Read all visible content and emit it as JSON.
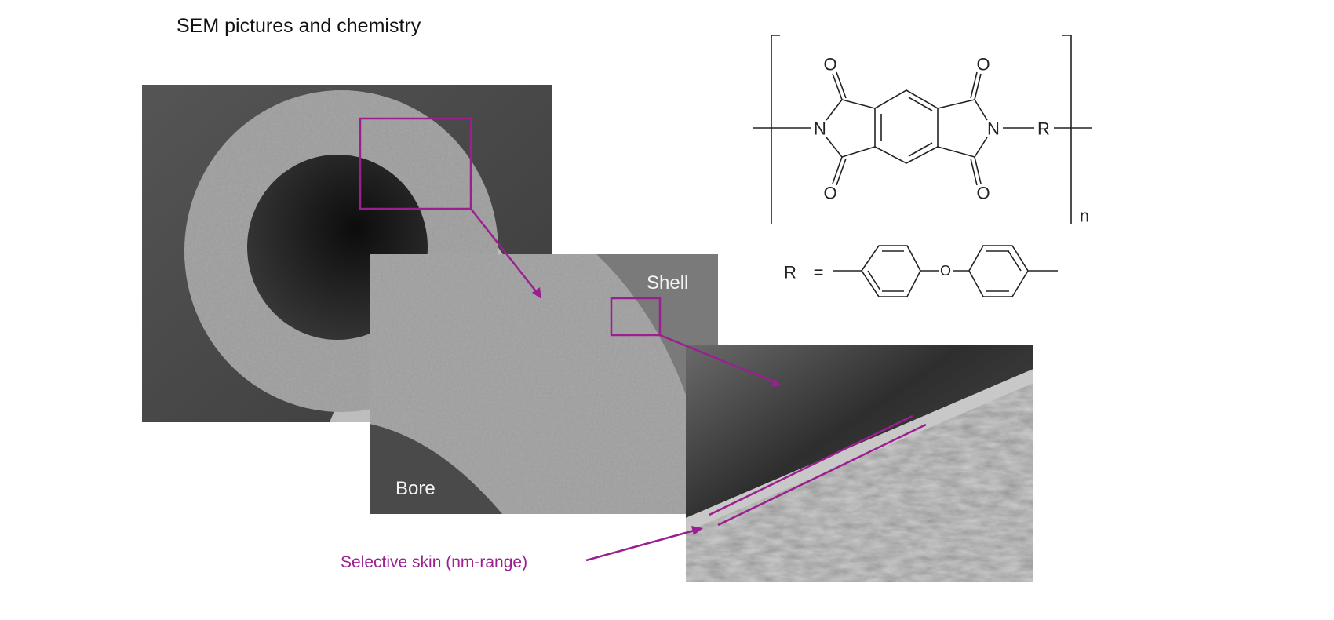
{
  "slide": {
    "title": "SEM pictures and chemistry",
    "labels": {
      "shell": "Shell",
      "bore": "Bore"
    },
    "annotation": "Selective skin (nm-range)",
    "accent_color": "#9b1f8f"
  },
  "chemistry": {
    "atoms": {
      "oxygen": "O",
      "nitrogen": "N",
      "r_group": "R",
      "repeat": "n",
      "equals": "="
    }
  }
}
